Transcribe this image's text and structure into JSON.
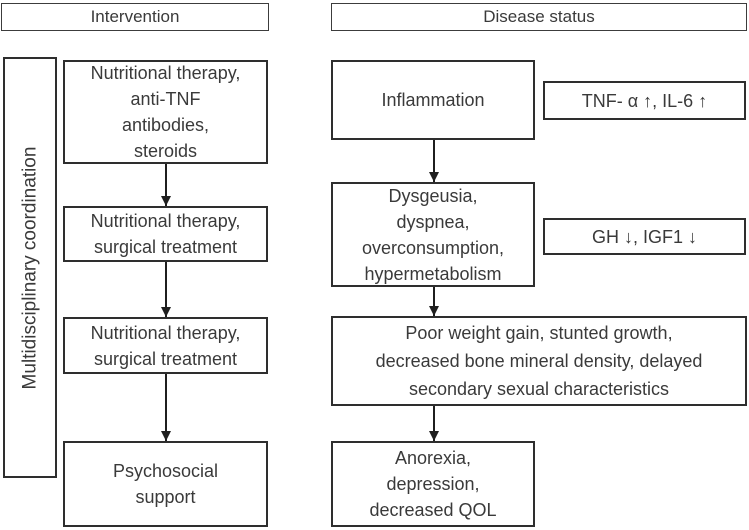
{
  "headers": {
    "intervention": "Intervention",
    "disease_status": "Disease status"
  },
  "coordination": {
    "label": "Multidisciplinary coordination"
  },
  "intervention_column": {
    "boxes": [
      {
        "label": "Nutritional therapy,\nanti-TNF\nantibodies,\nsteroids"
      },
      {
        "label": "Nutritional therapy,\nsurgical treatment"
      },
      {
        "label": "Nutritional therapy,\nsurgical treatment"
      },
      {
        "label": "Psychosocial\nsupport"
      }
    ]
  },
  "disease_column": {
    "boxes": [
      {
        "label": "Inflammation"
      },
      {
        "label": "Dysgeusia,\ndyspnea,\noverconsumption,\nhypermetabolism"
      },
      {
        "label": "Poor weight gain, stunted growth,\ndecreased bone mineral density, delayed\nsecondary sexual characteristics"
      },
      {
        "label": "Anorexia,\ndepression,\ndecreased QOL"
      }
    ]
  },
  "biomarkers": [
    {
      "label": "TNF- α ↑, IL-6 ↑"
    },
    {
      "label": "GH ↓, IGF1 ↓"
    }
  ],
  "colors": {
    "text": "#3a3a3a",
    "border": "#2e2e2e",
    "background": "#ffffff"
  }
}
